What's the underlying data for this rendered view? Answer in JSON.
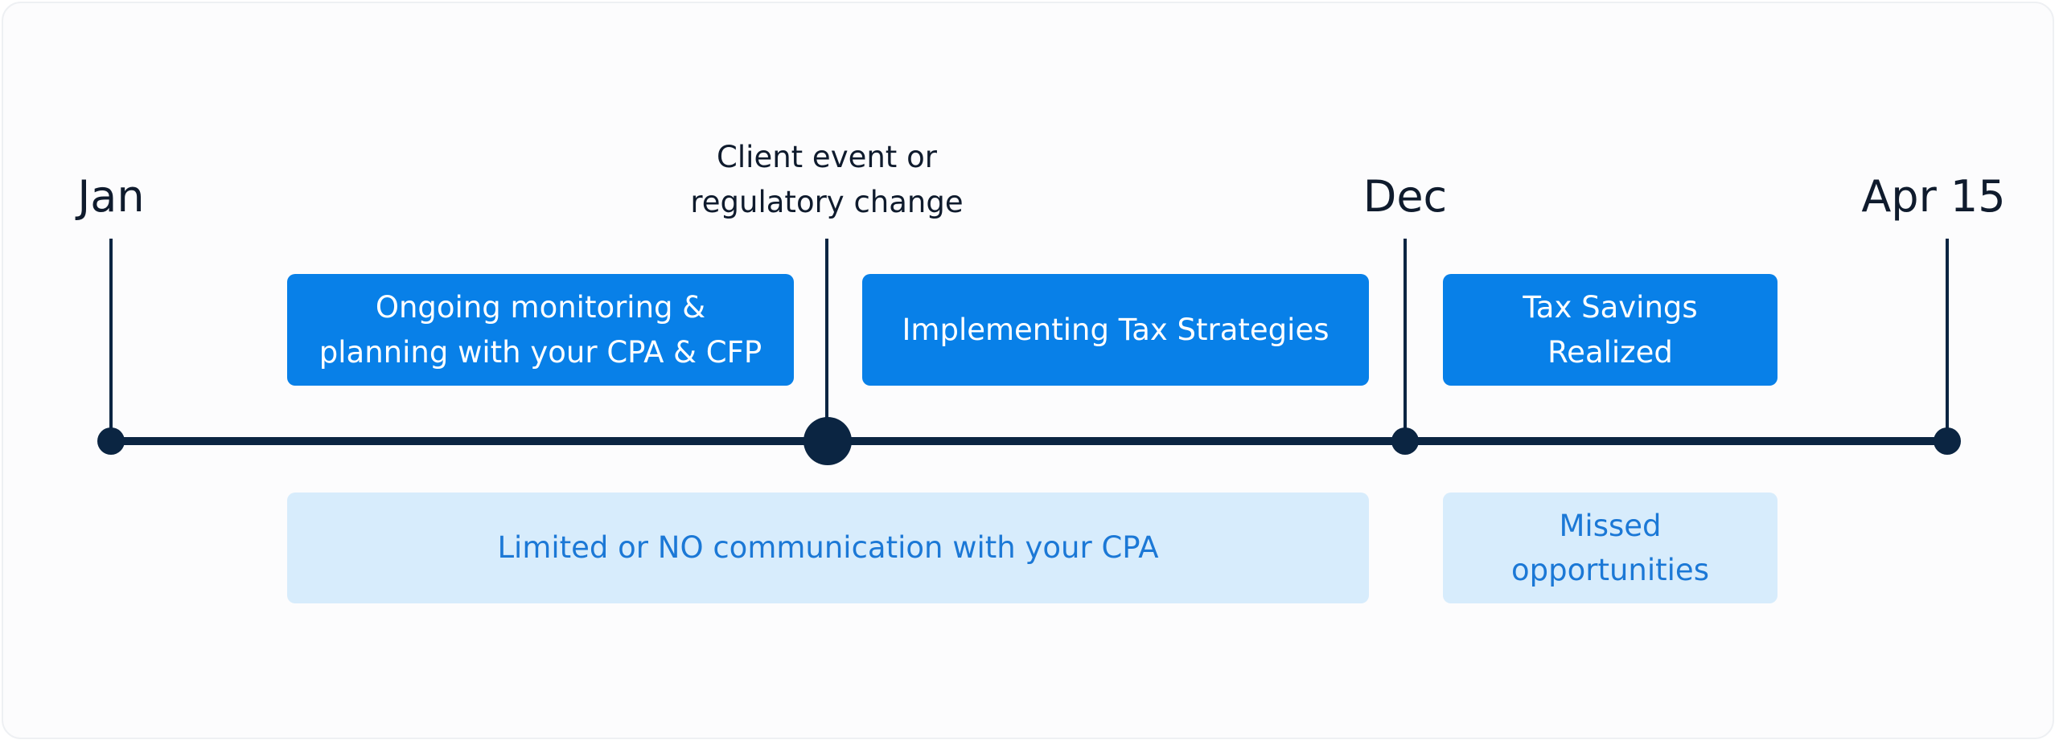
{
  "colors": {
    "line": "#0b2542",
    "box_dark": "#0880e8",
    "box_light": "#d7ecfc",
    "box_light_text": "#1b78d6"
  },
  "timeline": {
    "markers": [
      {
        "label": "Jan"
      },
      {
        "label": "Dec"
      },
      {
        "label": "Apr 15"
      }
    ],
    "event": {
      "lines": [
        "Client event or",
        "regulatory change"
      ]
    }
  },
  "top_boxes": [
    {
      "lines": [
        "Ongoing monitoring &",
        "planning with your CPA & CFP"
      ]
    },
    {
      "lines": [
        "Implementing Tax Strategies"
      ]
    },
    {
      "lines": [
        "Tax Savings",
        "Realized"
      ]
    }
  ],
  "bottom_boxes": [
    {
      "lines": [
        "Limited or NO communication with your CPA"
      ]
    },
    {
      "lines": [
        "Missed",
        "opportunities"
      ]
    }
  ]
}
